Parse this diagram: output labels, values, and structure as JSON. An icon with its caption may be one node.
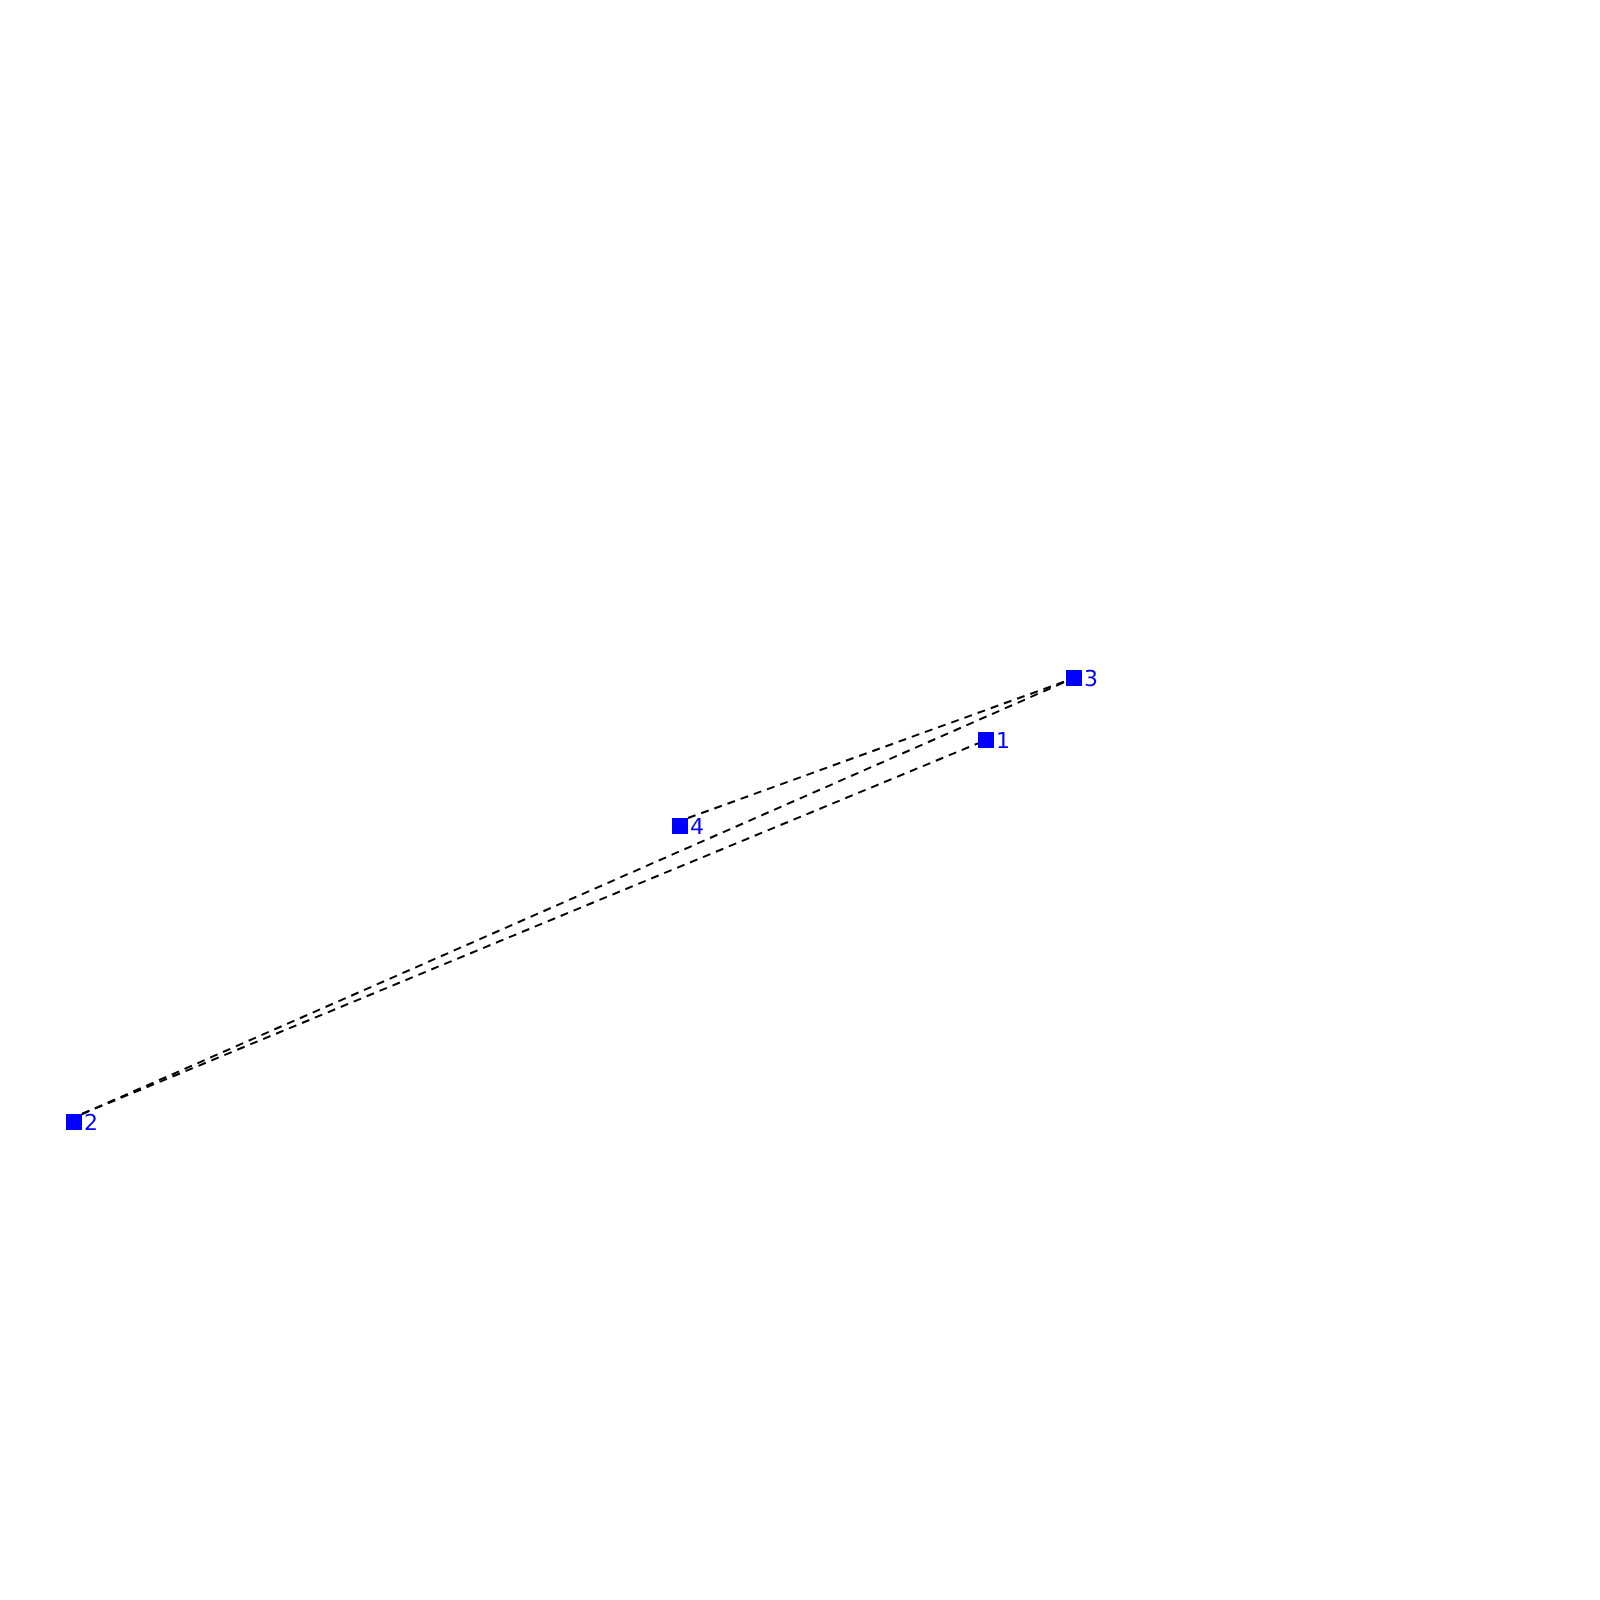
{
  "diagram": {
    "nodes": [
      {
        "text": [],
        "shape": "box",
        "beside": [
          "1"
        ]
      },
      {
        "text": [],
        "shape": "box",
        "beside": [
          "2"
        ]
      },
      {
        "text": [],
        "shape": "box",
        "beside": [
          "3"
        ]
      },
      {
        "text": [],
        "shape": "box",
        "beside": [
          "4"
        ]
      }
    ],
    "edges": [
      {
        "from": 3,
        "to": 2,
        "arrow": "none",
        "style": "dashed"
      },
      {
        "from": 1,
        "to": 2,
        "arrow": "none",
        "style": "dashed"
      },
      {
        "from": 1,
        "to": 0,
        "arrow": "none",
        "style": "dashed"
      }
    ]
  }
}
